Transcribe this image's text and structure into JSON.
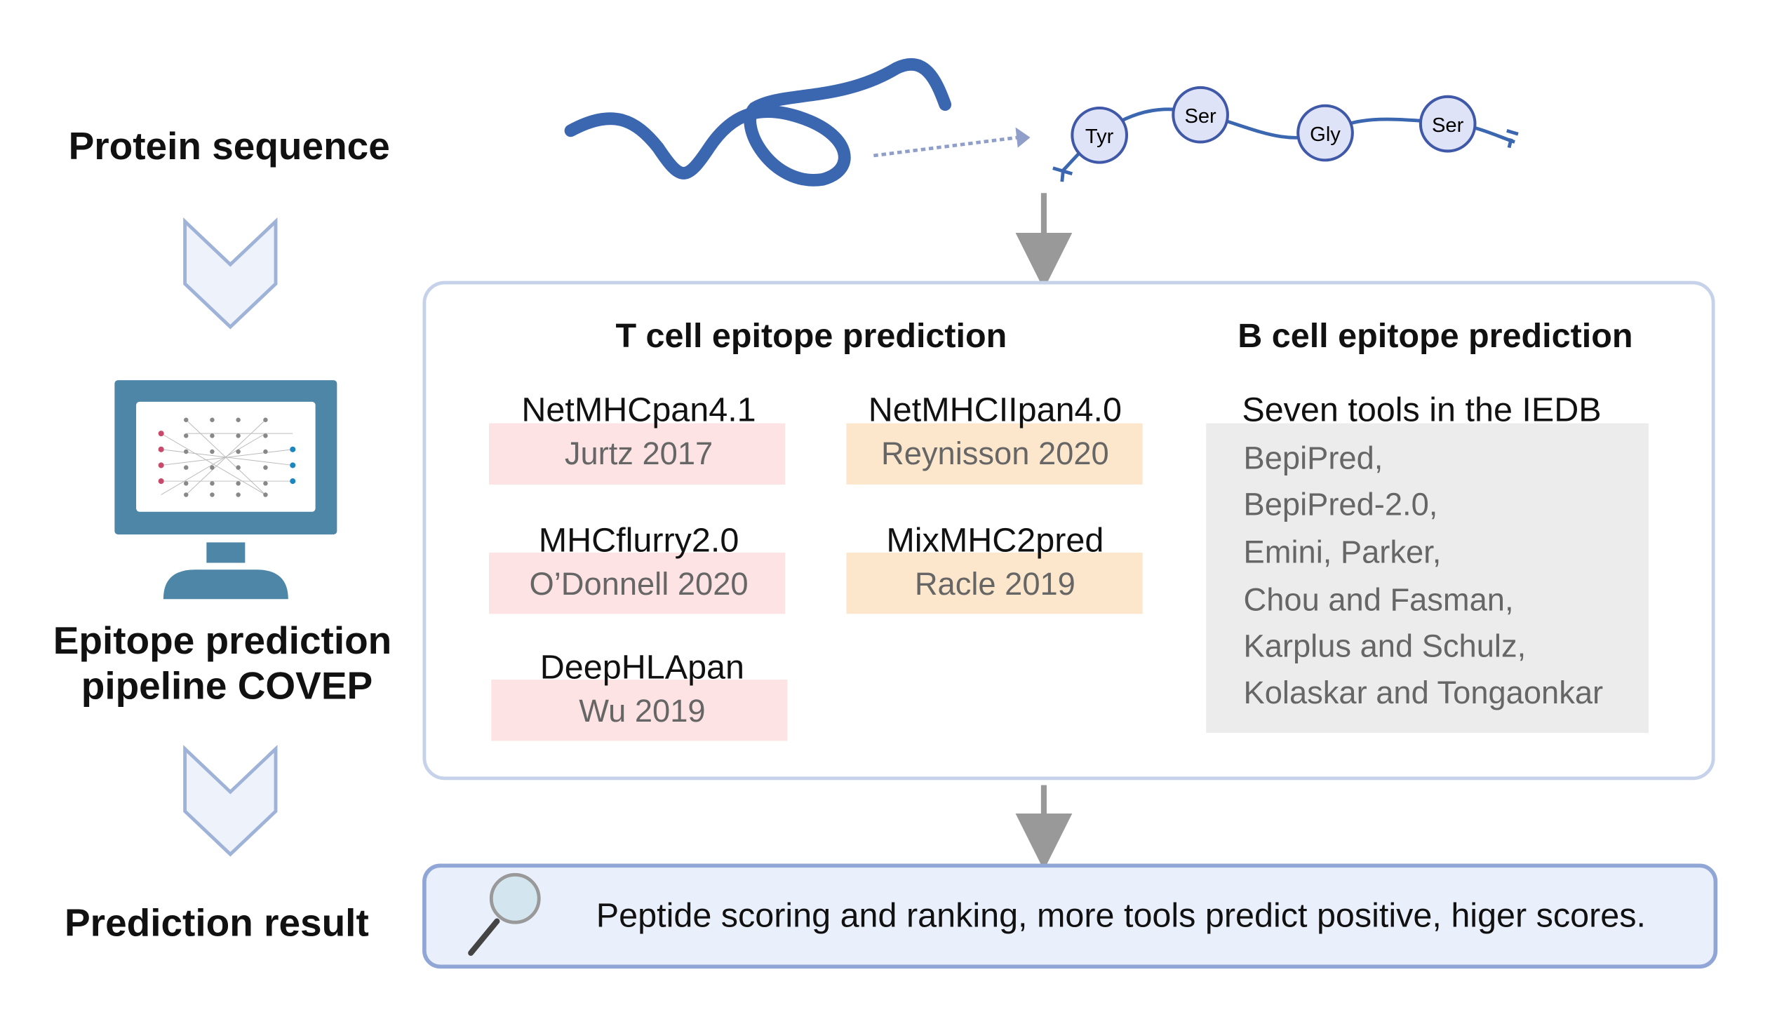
{
  "left": {
    "protein_sequence": "Protein sequence",
    "pipeline_line1": "Epitope prediction",
    "pipeline_line2": "pipeline COVEP",
    "prediction_result": "Prediction result"
  },
  "peptide": {
    "residues": [
      "Tyr",
      "Ser",
      "Gly",
      "Ser"
    ]
  },
  "tcell": {
    "title": "T cell epitope prediction",
    "tools": [
      {
        "name": "NetMHCpan4.1",
        "ref": "Jurtz 2017"
      },
      {
        "name": "NetMHCIIpan4.0",
        "ref": "Reynisson 2020"
      },
      {
        "name": "MHCflurry2.0",
        "ref": "O’Donnell 2020"
      },
      {
        "name": "MixMHC2pred",
        "ref": "Racle 2019"
      },
      {
        "name": "DeepHLApan",
        "ref": "Wu 2019"
      }
    ]
  },
  "bcell": {
    "title": "B cell epitope prediction",
    "subtitle": "Seven tools  in the IEDB",
    "tools": [
      "BepiPred,",
      "BepiPred-2.0,",
      "Emini, Parker,",
      "Chou and Fasman,",
      "Karplus and Schulz,",
      "Kolaskar and Tongaonkar"
    ]
  },
  "result": {
    "text": "Peptide scoring and ranking, more tools predict positive, higer scores."
  },
  "colors": {
    "protein_blue": "#3b66b0",
    "box_border": "#c5d2ea",
    "mhc_class1_fill": "#fde3e3",
    "mhc_class2_fill": "#fde7cc",
    "bcell_fill": "#ececec",
    "result_fill": "#eaf0fb",
    "monitor": "#4e86a8"
  }
}
